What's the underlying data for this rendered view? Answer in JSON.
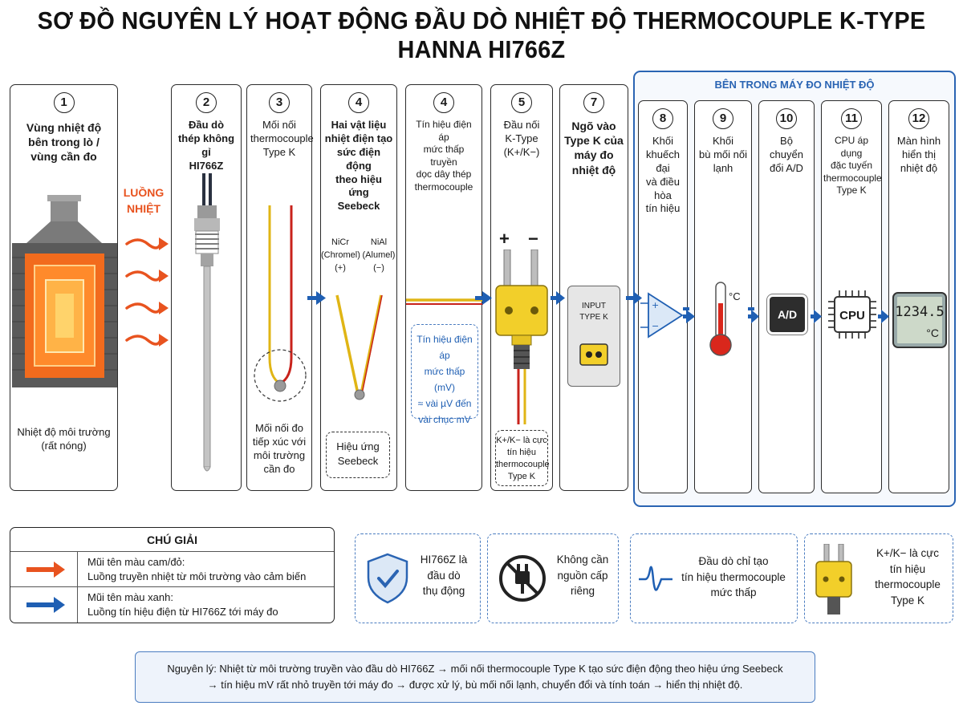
{
  "title": "SƠ ĐỒ NGUYÊN LÝ HOẠT ĐỘNG ĐẦU DÒ NHIỆT ĐỘ THERMOCOUPLE K-TYPE HANNA HI766Z",
  "heat_flow_label": [
    "LUỒNG",
    "NHIỆT"
  ],
  "inside_meter_title": "BÊN TRONG MÁY ĐO NHIỆT ĐỘ",
  "stages": [
    {
      "num": "1",
      "title": [
        "Vùng nhiệt độ",
        "bên trong lò /",
        "vùng cần đo"
      ],
      "desc": [
        "Nhiệt độ môi trường",
        "(rất nóng)"
      ]
    },
    {
      "num": "2",
      "title": [
        "Đầu dò",
        "thép không gỉ",
        "HI766Z"
      ]
    },
    {
      "num": "3",
      "title": [
        "Mối nối",
        "thermocouple",
        "Type K"
      ],
      "desc": [
        "Mối nối đo",
        "tiếp xúc với",
        "môi trường",
        "cần đo"
      ]
    },
    {
      "num": "4",
      "title": [
        "Hai vật liệu",
        "nhiệt điện tạo",
        "sức điện động",
        "theo hiệu ứng",
        "Seebeck"
      ],
      "desc": [
        "Hiệu ứng",
        "Seebeck"
      ],
      "left_wire": [
        "NiCr",
        "(Chromel)",
        "(+)"
      ],
      "right_wire": [
        "NiAl",
        "(Alumel)",
        "(−)"
      ]
    },
    {
      "num": "4",
      "title": [
        "Tín hiệu điện áp",
        "mức thấp truyền",
        "dọc dây thép",
        "thermocouple"
      ],
      "desc": [
        "Tín hiệu điện áp",
        "mức thấp",
        "(mV)",
        "≈ vài µV đến",
        "vài chục mV"
      ]
    },
    {
      "num": "5",
      "title": [
        "Đầu nối",
        "K-Type",
        "(K+/K−)"
      ],
      "desc": [
        "K+/K− là cực",
        "tín hiệu",
        "thermocouple",
        "Type K"
      ],
      "plus": "+",
      "minus": "−"
    },
    {
      "num": "7",
      "title": [
        "Ngõ vào",
        "Type K của",
        "máy đo",
        "nhiệt độ"
      ],
      "input_label": [
        "INPUT",
        "TYPE K"
      ]
    },
    {
      "num": "8",
      "title": [
        "Khối",
        "khuếch đại",
        "và điều hòa",
        "tín hiệu"
      ]
    },
    {
      "num": "9",
      "title": [
        "Khối",
        "bù mối nối",
        "lạnh"
      ],
      "unit": "°C"
    },
    {
      "num": "10",
      "title": [
        "Bộ chuyển",
        "đổi A/D"
      ],
      "chip": "A/D"
    },
    {
      "num": "11",
      "title": [
        "CPU áp dụng",
        "đặc tuyến",
        "thermocouple",
        "Type K"
      ],
      "chip": "CPU"
    },
    {
      "num": "12",
      "title": [
        "Màn hình",
        "hiển thị",
        "nhiệt độ"
      ],
      "display_value": "1234.5",
      "display_unit": "°C"
    }
  ],
  "legend": {
    "title": "CHÚ GIẢI",
    "rows": [
      {
        "color": "#e8531f",
        "text": [
          "Mũi tên màu cam/đỏ:",
          "Luồng truyền nhiệt từ môi trường vào cảm biến"
        ]
      },
      {
        "color": "#1f5fb3",
        "text": [
          "Mũi tên màu xanh:",
          "Luồng tín hiệu điện từ HI766Z tới máy đo"
        ]
      }
    ]
  },
  "notes": [
    {
      "icon": "shield-check-icon",
      "text": [
        "HI766Z là",
        "đầu dò",
        "thụ động"
      ]
    },
    {
      "icon": "no-power-plug-icon",
      "text": [
        "Không cần",
        "nguồn cấp",
        "riêng"
      ]
    },
    {
      "icon": "signal-wave-icon",
      "text": [
        "Đầu dò chỉ tạo",
        "tín hiệu thermocouple",
        "mức thấp"
      ]
    },
    {
      "icon": "connector-icon",
      "text": [
        "K+/K− là cực",
        "tín hiệu",
        "thermocouple",
        "Type K"
      ]
    }
  ],
  "principle": [
    "Nguyên lý: Nhiệt từ môi trường truyền vào đầu dò HI766Z → mối nối thermocouple Type K tạo sức điện động theo hiệu ứng Seebeck",
    "→ tín hiệu mV rất nhỏ truyền tới máy đo → được xử lý, bù mối nối lạnh, chuyển đổi và tính toán → hiển thị nhiệt độ."
  ],
  "colors": {
    "heat": "#e8531f",
    "signal": "#1f5fb3",
    "panel": "#2a64b3",
    "wire_pos": "#e0b515",
    "wire_neg": "#c8221b",
    "connector": "#f2cf2a"
  }
}
